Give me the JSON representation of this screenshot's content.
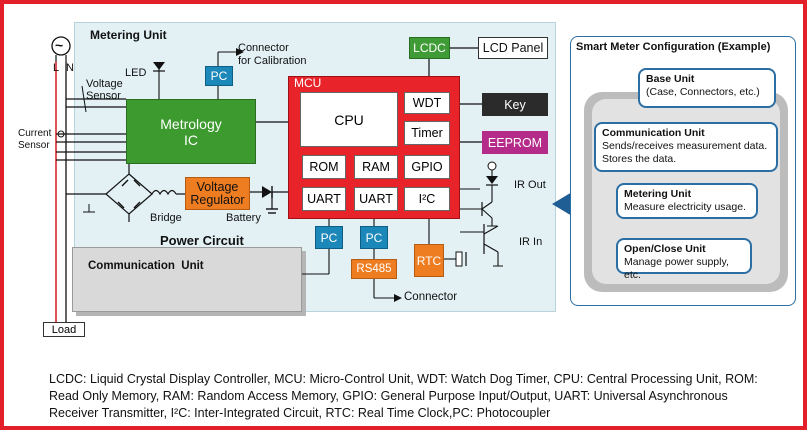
{
  "metering_unit": {
    "title": "Metering Unit",
    "led": "LED",
    "pc_calibration": "PC",
    "connector_calibration_1": "Connector",
    "connector_calibration_2": "for Calibration",
    "voltage_sensor_1": "Voltage",
    "voltage_sensor_2": "Sensor",
    "current_sensor_1": "Current",
    "current_sensor_2": "Sensor",
    "ac_symbol": "~",
    "line_l": "L",
    "line_n": "N",
    "metrology_ic_1": "Metrology",
    "metrology_ic_2": "IC",
    "lcdc": "LCDC",
    "lcd_panel": "LCD Panel",
    "key": "Key",
    "eeprom": "EEPROM",
    "ir_out": "IR Out",
    "ir_in": "IR In",
    "rtc": "RTC",
    "rs485": "RS485",
    "pc_left": "PC",
    "pc_right": "PC",
    "connector_bottom": "Connector",
    "bridge": "Bridge",
    "battery": "Battery",
    "voltage_regulator_1": "Voltage",
    "voltage_regulator_2": "Regulator",
    "power_circuit": "Power Circuit",
    "communication_unit": "Communication  Unit",
    "load": "Load"
  },
  "mcu": {
    "title": "MCU",
    "cpu": "CPU",
    "wdt": "WDT",
    "timer": "Timer",
    "rom": "ROM",
    "ram": "RAM",
    "gpio": "GPIO",
    "uart1": "UART",
    "uart2": "UART",
    "i2c": "I²C"
  },
  "config": {
    "title": "Smart Meter Configuration (Example)",
    "base_title": "Base Unit",
    "base_desc": "(Case, Connectors, etc.)",
    "comm_title": "Communication Unit",
    "comm_desc_1": "Sends/receives measurement data.",
    "comm_desc_2": "Stores the data.",
    "meter_title": "Metering Unit",
    "meter_desc": "Measure electricity usage.",
    "open_title": "Open/Close Unit",
    "open_desc": "Manage power supply, etc."
  },
  "legend": {
    "line1": "LCDC: Liquid Crystal Display Controller, MCU: Micro-Control Unit, WDT: Watch Dog Timer, CPU:  Central Processing Unit, ROM:",
    "line2": "Read Only Memory, RAM:  Random Access Memory, GPIO: General Purpose Input/Output, UART: Universal Asynchronous",
    "line3": "Receiver Transmitter, I²C:  Inter-Integrated Circuit, RTC:   Real Time Clock,PC: Photocoupler"
  },
  "colors": {
    "frame": "#e3202a",
    "metering_bg": "#e3f1f5",
    "mcu_red": "#e8242a",
    "metrology_green": "#3c9a2e",
    "lcdc_green": "#3f9b35",
    "key_dark": "#2b2b2b",
    "eeprom_purple": "#b52b8a",
    "orange": "#ee7d22",
    "pc_blue": "#1c87b9",
    "config_blue": "#2b6ea3"
  }
}
